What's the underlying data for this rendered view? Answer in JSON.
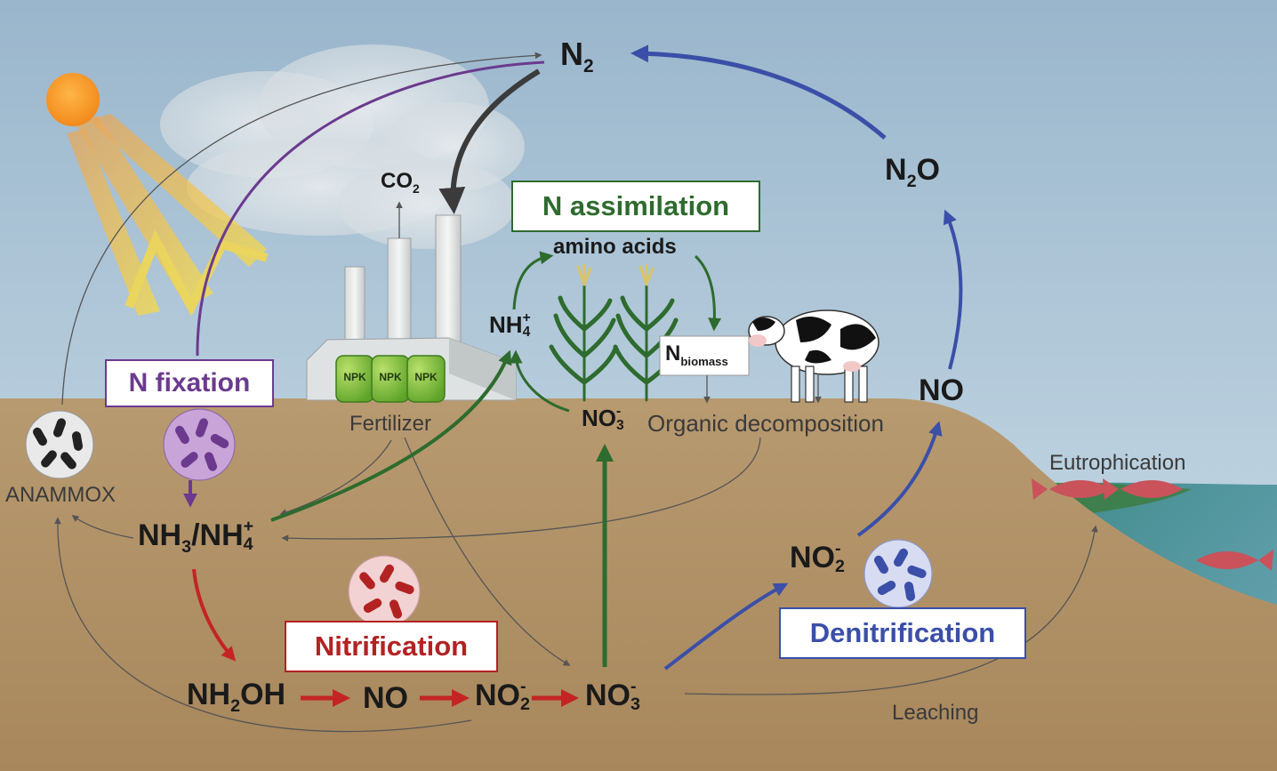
{
  "species": {
    "n2": {
      "main": "N",
      "sub": "2"
    },
    "n2o": {
      "pre": "N",
      "sub": "2",
      "post": "O"
    },
    "no_top": "NO",
    "no2_right": {
      "main": "NO",
      "sup": "-",
      "sub": "2"
    },
    "co2": {
      "main": "CO",
      "sub": "2"
    },
    "nh4_plant": {
      "main": "NH",
      "sup": "+",
      "sub": "4"
    },
    "amino_acids": "amino acids",
    "no3_plant": {
      "main": "NO",
      "sup": "-",
      "sub": "3"
    },
    "n_biomass": {
      "main": "N",
      "sub": "biomass"
    },
    "nh3_nh4": {
      "a": "NH",
      "a_sub": "3",
      "slash": "/NH",
      "b_sup": "+",
      "b_sub": "4"
    },
    "nh2oh": {
      "pre": "NH",
      "sub": "2",
      "post": "OH"
    },
    "no_bottom": "NO",
    "no2_bottom": {
      "main": "NO",
      "sup": "-",
      "sub": "2"
    },
    "no3_bottom": {
      "main": "NO",
      "sup": "-",
      "sub": "3"
    }
  },
  "processes": {
    "n_fixation": "N fixation",
    "n_assimilation": "N assimilation",
    "nitrification": "Nitrification",
    "denitrification": "Denitrification"
  },
  "labels": {
    "anammox": "ANAMMOX",
    "fertilizer": "Fertilizer",
    "organic_decomposition": "Organic decomposition",
    "eutrophication": "Eutrophication",
    "leaching": "Leaching",
    "npk": "NPK"
  },
  "colors": {
    "fixation": "#6b3a8e",
    "assimilation": "#2e6b2e",
    "nitrification": "#b32222",
    "denitrification": "#3b4fa8",
    "grey_arrow": "#555555"
  }
}
